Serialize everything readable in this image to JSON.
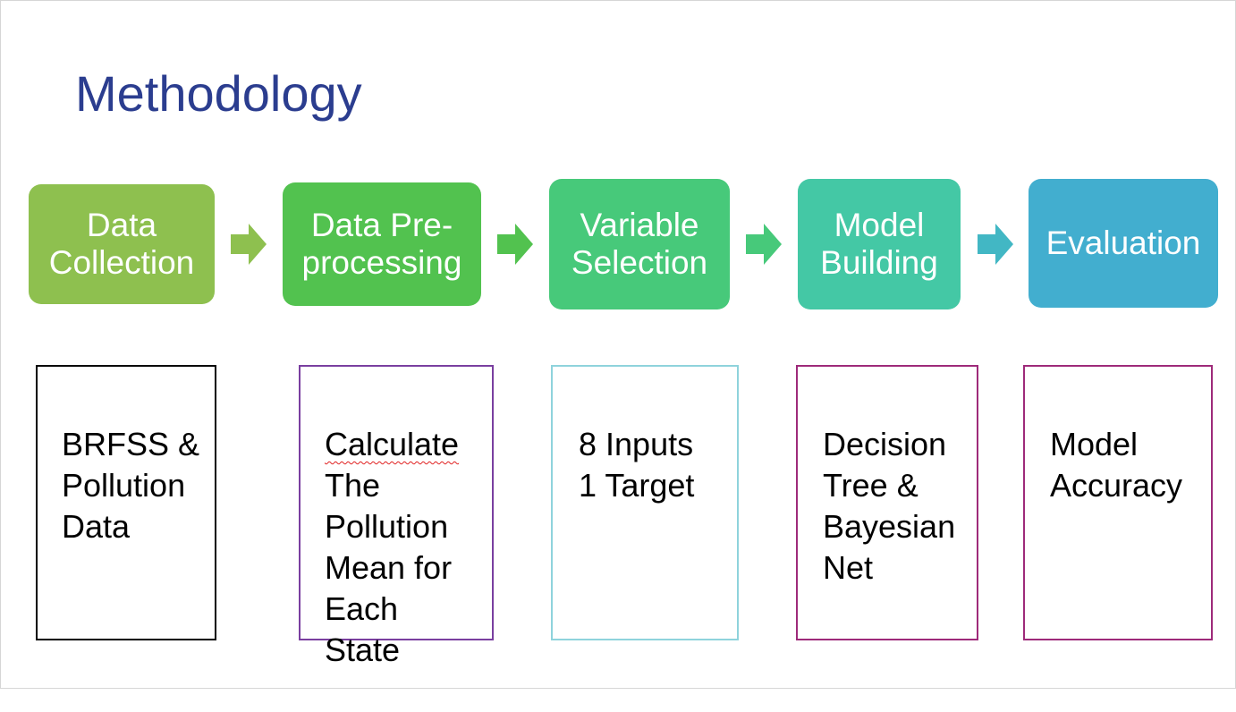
{
  "slide": {
    "title": "Methodology"
  },
  "steps": [
    {
      "label": "Data\nCollection",
      "color": "#8ec04f"
    },
    {
      "label": "Data Pre-\nprocessing",
      "color": "#52c24f"
    },
    {
      "label": "Variable\nSelection",
      "color": "#47c97a"
    },
    {
      "label": "Model\nBuilding",
      "color": "#44c8a5"
    },
    {
      "label": "Evaluation",
      "color": "#42aecf"
    }
  ],
  "arrows": [
    {
      "color": "#8ec04f"
    },
    {
      "color": "#52c24f"
    },
    {
      "color": "#47c97a"
    },
    {
      "color": "#42b7c4"
    }
  ],
  "details": [
    {
      "first": "BRFSS &",
      "rest": "Pollution\nData",
      "border": "#000000"
    },
    {
      "first": "Calculate",
      "rest": "The\nPollution\nMean for\nEach\nState",
      "border": "#7a3fa0"
    },
    {
      "first": "8 Inputs",
      "rest": "1 Target",
      "border": "#8fd3dc"
    },
    {
      "first": "Decision",
      "rest": "Tree &\nBayesian\nNet",
      "border": "#9e2a7a"
    },
    {
      "first": "Model",
      "rest": "Accuracy",
      "border": "#9e2a7a"
    }
  ]
}
